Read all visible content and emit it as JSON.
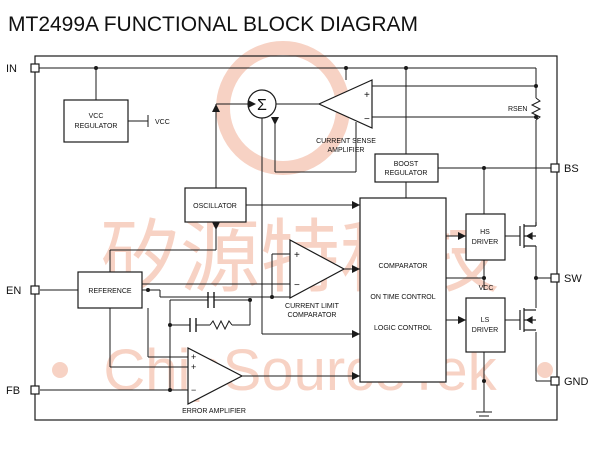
{
  "title": "MT2499A FUNCTIONAL BLOCK DIAGRAM",
  "watermark": {
    "cn": "矽源特科技",
    "en": "ChipSourceTek",
    "color": "#f7d2c4"
  },
  "pins": {
    "in": "IN",
    "en": "EN",
    "fb": "FB",
    "bs": "BS",
    "sw": "SW",
    "gnd": "GND"
  },
  "blocks": {
    "vcc_regulator": [
      "VCC",
      "REGULATOR"
    ],
    "vcc_out": "VCC",
    "sum": "Σ",
    "current_sense_amp": [
      "CURRENT SENSE",
      "AMPLIFIER"
    ],
    "rsen": "RSEN",
    "boost_regulator": [
      "BOOST",
      "REGULATOR"
    ],
    "oscillator": "OSCILLATOR",
    "reference": "REFERENCE",
    "current_limit_comp": [
      "CURRENT LIMIT",
      "COMPARATOR"
    ],
    "error_amp": "ERROR AMPLIFIER",
    "comparator": "COMPARATOR",
    "on_time_control": "ON TIME CONTROL",
    "logic_control": "LOGIC CONTROL",
    "hs_driver": [
      "HS",
      "DRIVER"
    ],
    "ls_driver": [
      "LS",
      "DRIVER"
    ],
    "ls_vcc": "VCC"
  },
  "signs": {
    "plus": "+",
    "minus": "−"
  },
  "colors": {
    "line": "#1a1a1a",
    "box_fill": "#ffffff"
  }
}
